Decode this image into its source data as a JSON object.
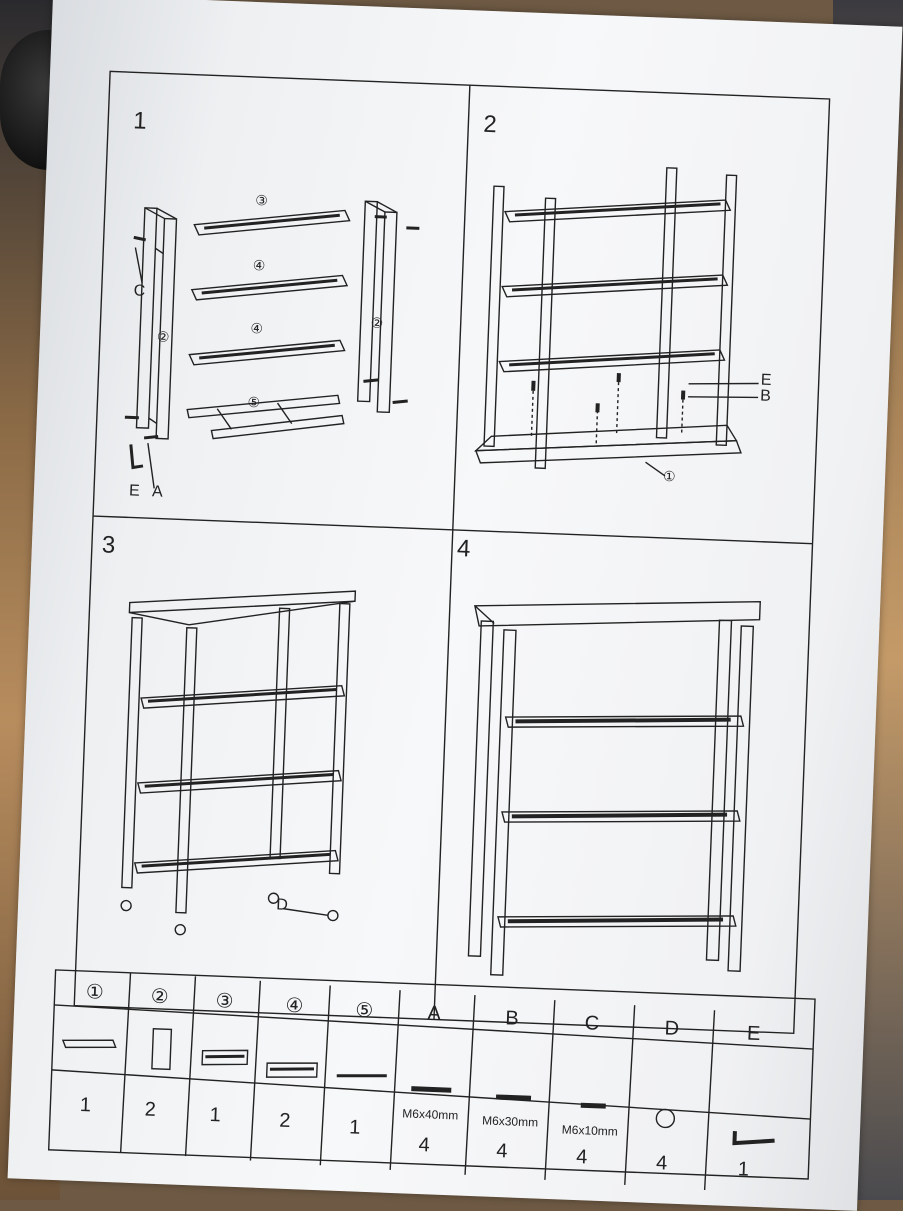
{
  "steps": [
    {
      "number": "1",
      "labels": [
        "③",
        "④",
        "④",
        "②",
        "②",
        "⑤",
        "C",
        "E",
        "A"
      ]
    },
    {
      "number": "2",
      "labels": [
        "E",
        "B",
        "①"
      ]
    },
    {
      "number": "3",
      "labels": [
        "D"
      ]
    },
    {
      "number": "4",
      "labels": []
    }
  ],
  "parts_table": {
    "headers": [
      "①",
      "②",
      "③",
      "④",
      "⑤",
      "A",
      "B",
      "C",
      "D",
      "E"
    ],
    "specs": [
      "",
      "",
      "",
      "",
      "",
      "M6x40mm",
      "M6x30mm",
      "M6x10mm",
      "",
      ""
    ],
    "quantities": [
      "1",
      "2",
      "1",
      "2",
      "1",
      "4",
      "4",
      "4",
      "4",
      "1"
    ]
  },
  "colors": {
    "line": "#222222",
    "paper": "#f4f5f6"
  }
}
